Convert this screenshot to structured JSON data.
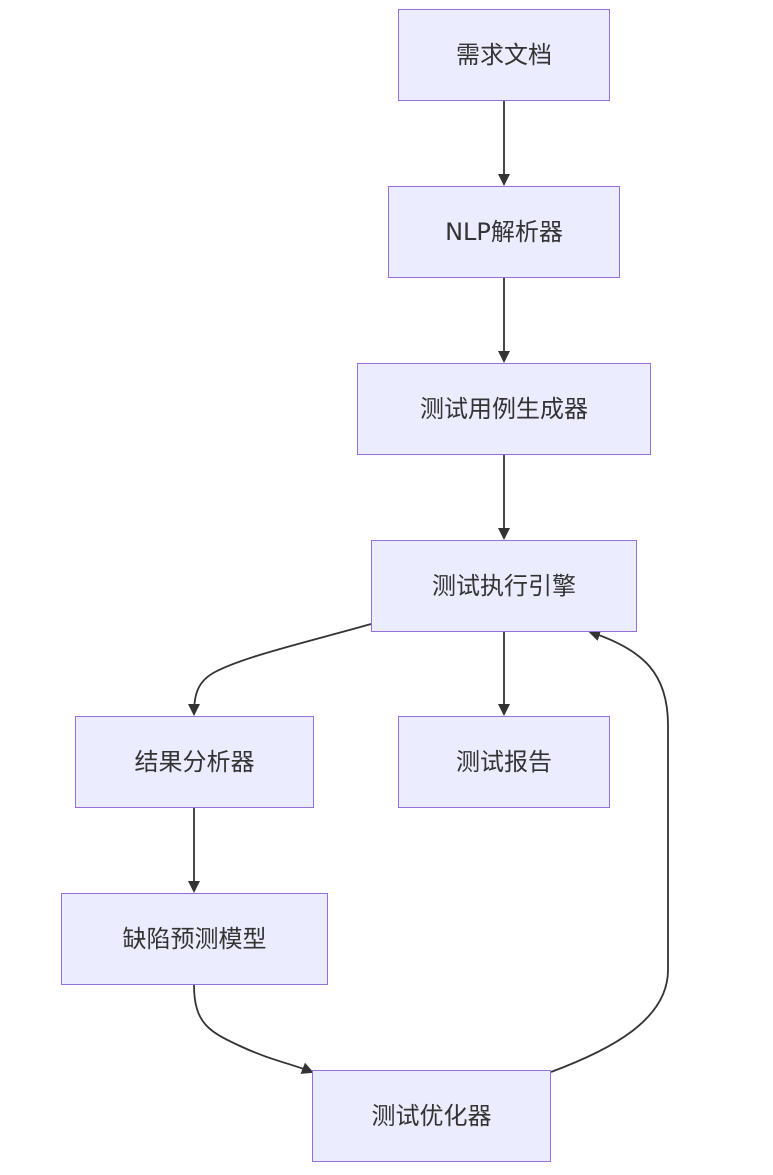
{
  "diagram": {
    "nodes": {
      "requirements": "需求文档",
      "nlp_parser": "NLP解析器",
      "testcase_generator": "测试用例生成器",
      "execution_engine": "测试执行引擎",
      "result_analyzer": "结果分析器",
      "test_report": "测试报告",
      "defect_model": "缺陷预测模型",
      "test_optimizer": "测试优化器"
    },
    "edges": [
      {
        "from": "requirements",
        "to": "nlp_parser"
      },
      {
        "from": "nlp_parser",
        "to": "testcase_generator"
      },
      {
        "from": "testcase_generator",
        "to": "execution_engine"
      },
      {
        "from": "execution_engine",
        "to": "result_analyzer"
      },
      {
        "from": "execution_engine",
        "to": "test_report"
      },
      {
        "from": "result_analyzer",
        "to": "defect_model"
      },
      {
        "from": "defect_model",
        "to": "test_optimizer"
      },
      {
        "from": "test_optimizer",
        "to": "execution_engine"
      }
    ],
    "colors": {
      "node_fill": "#ECECFF",
      "node_border": "#9370DB",
      "edge": "#333333",
      "text": "#333333"
    }
  }
}
